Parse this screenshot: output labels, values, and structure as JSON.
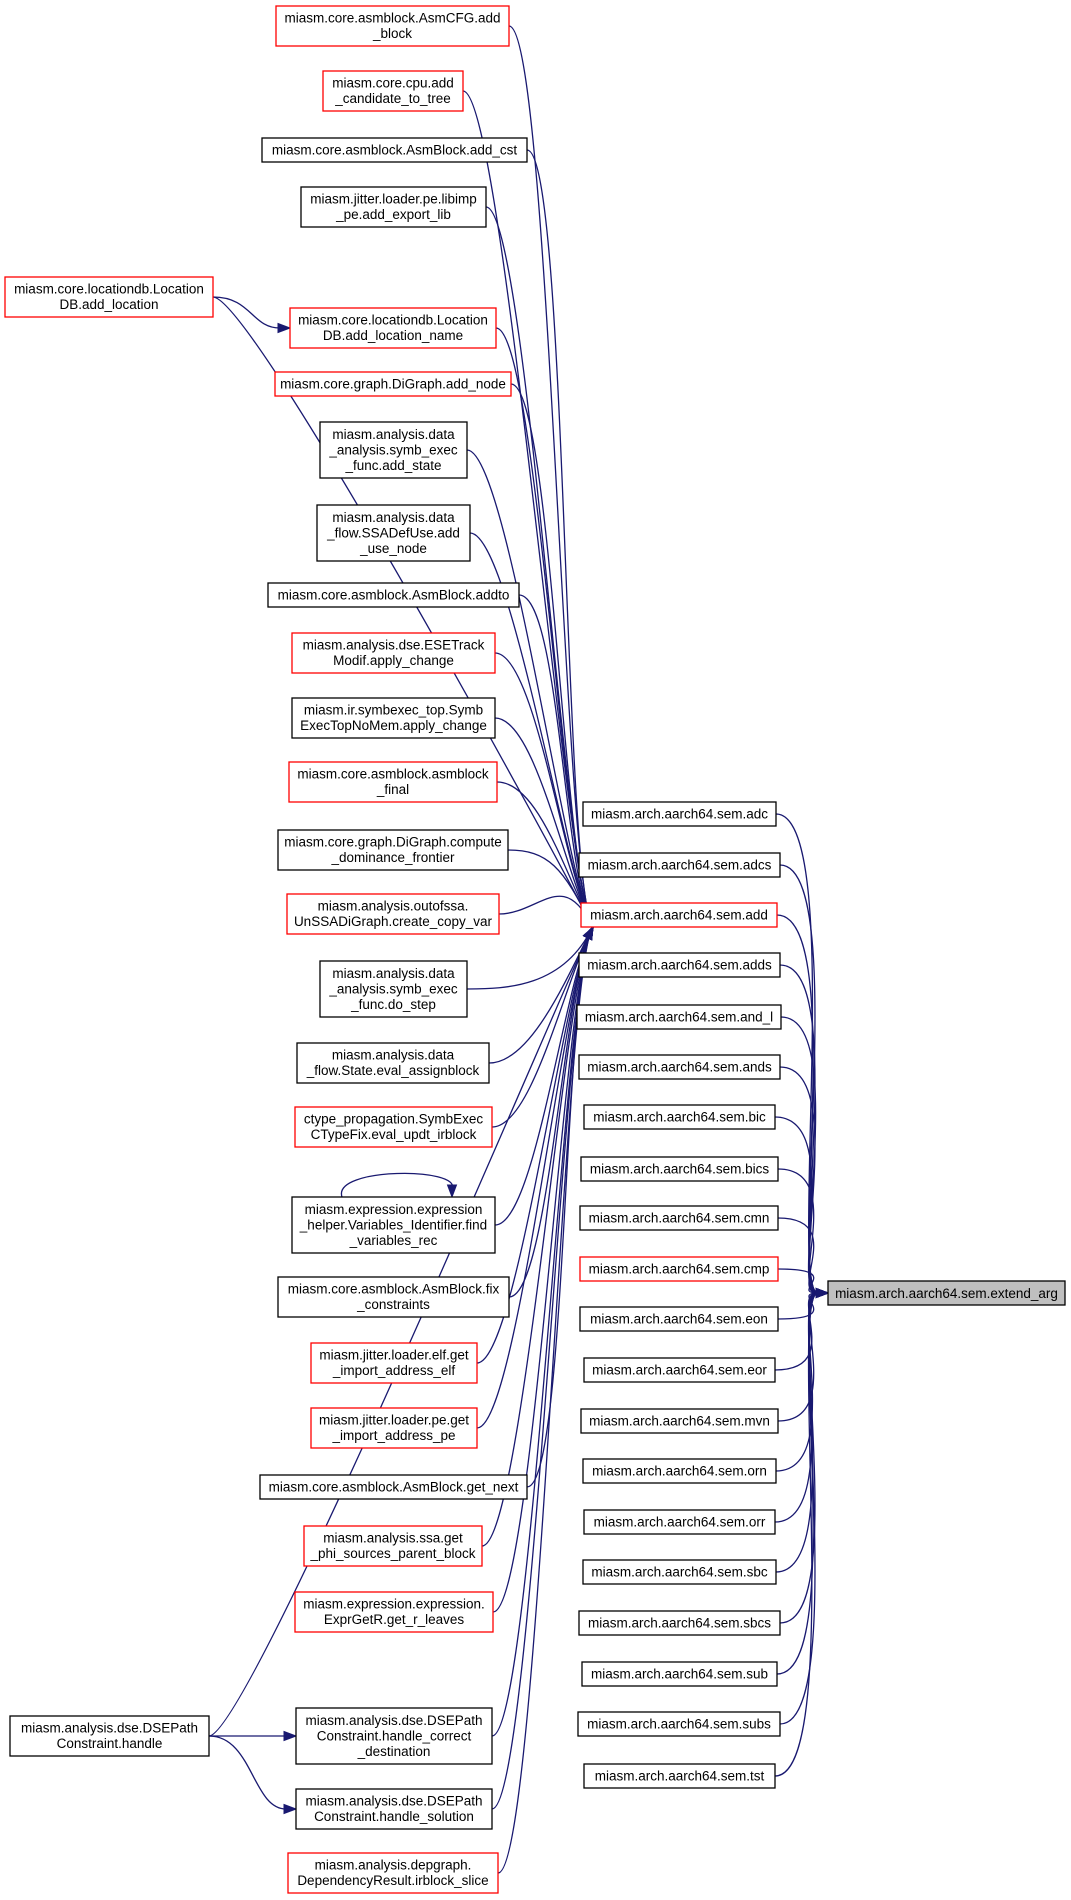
{
  "colors": {
    "edge": "#191970",
    "border_red": "#ff0000",
    "border_black": "#000000",
    "target_fill": "#bfbfbf",
    "background": "#ffffff"
  },
  "target": {
    "label": "miasm.arch.aarch64.sem.extend_arg"
  },
  "nodes": [
    {
      "id": "n_asmcfg_add_block",
      "lines": [
        "miasm.core.asmblock.AsmCFG.add",
        "_block"
      ],
      "border": "red"
    },
    {
      "id": "n_cpu_add_candidate",
      "lines": [
        "miasm.core.cpu.add",
        "_candidate_to_tree"
      ],
      "border": "red"
    },
    {
      "id": "n_asmblock_add_cst",
      "lines": [
        "miasm.core.asmblock.AsmBlock.add_cst"
      ],
      "border": "black"
    },
    {
      "id": "n_libimp_add_export",
      "lines": [
        "miasm.jitter.loader.pe.libimp",
        "_pe.add_export_lib"
      ],
      "border": "black"
    },
    {
      "id": "n_locdb_add_location",
      "lines": [
        "miasm.core.locationdb.Location",
        "DB.add_location"
      ],
      "border": "red"
    },
    {
      "id": "n_locdb_add_location_name",
      "lines": [
        "miasm.core.locationdb.Location",
        "DB.add_location_name"
      ],
      "border": "red"
    },
    {
      "id": "n_digraph_add_node",
      "lines": [
        "miasm.core.graph.DiGraph.add_node"
      ],
      "border": "red"
    },
    {
      "id": "n_symb_exec_add_state",
      "lines": [
        "miasm.analysis.data",
        "_analysis.symb_exec",
        "_func.add_state"
      ],
      "border": "black"
    },
    {
      "id": "n_ssadefuse_add_use",
      "lines": [
        "miasm.analysis.data",
        "_flow.SSADefUse.add",
        "_use_node"
      ],
      "border": "black"
    },
    {
      "id": "n_asmblock_addto",
      "lines": [
        "miasm.core.asmblock.AsmBlock.addto"
      ],
      "border": "black"
    },
    {
      "id": "n_esetrack_apply_change",
      "lines": [
        "miasm.analysis.dse.ESETrack",
        "Modif.apply_change"
      ],
      "border": "red"
    },
    {
      "id": "n_symbexec_top_apply_change",
      "lines": [
        "miasm.ir.symbexec_top.Symb",
        "ExecTopNoMem.apply_change"
      ],
      "border": "black"
    },
    {
      "id": "n_asmblock_final",
      "lines": [
        "miasm.core.asmblock.asmblock",
        "_final"
      ],
      "border": "red"
    },
    {
      "id": "n_digraph_dominance",
      "lines": [
        "miasm.core.graph.DiGraph.compute",
        "_dominance_frontier"
      ],
      "border": "black"
    },
    {
      "id": "n_outofssa_copy_var",
      "lines": [
        "miasm.analysis.outofssa.",
        "UnSSADiGraph.create_copy_var"
      ],
      "border": "red"
    },
    {
      "id": "n_symb_exec_do_step",
      "lines": [
        "miasm.analysis.data",
        "_analysis.symb_exec",
        "_func.do_step"
      ],
      "border": "black"
    },
    {
      "id": "n_state_eval_assign",
      "lines": [
        "miasm.analysis.data",
        "_flow.State.eval_assignblock"
      ],
      "border": "black"
    },
    {
      "id": "n_ctype_eval_updt",
      "lines": [
        "ctype_propagation.SymbExec",
        "CTypeFix.eval_updt_irblock"
      ],
      "border": "red"
    },
    {
      "id": "n_variables_identifier",
      "lines": [
        "miasm.expression.expression",
        "_helper.Variables_Identifier.find",
        "_variables_rec"
      ],
      "border": "black"
    },
    {
      "id": "n_asmblock_fix_constraints",
      "lines": [
        "miasm.core.asmblock.AsmBlock.fix",
        "_constraints"
      ],
      "border": "black"
    },
    {
      "id": "n_elf_get_import",
      "lines": [
        "miasm.jitter.loader.elf.get",
        "_import_address_elf"
      ],
      "border": "red"
    },
    {
      "id": "n_pe_get_import",
      "lines": [
        "miasm.jitter.loader.pe.get",
        "_import_address_pe"
      ],
      "border": "red"
    },
    {
      "id": "n_asmblock_get_next",
      "lines": [
        "miasm.core.asmblock.AsmBlock.get_next"
      ],
      "border": "black"
    },
    {
      "id": "n_ssa_get_phi",
      "lines": [
        "miasm.analysis.ssa.get",
        "_phi_sources_parent_block"
      ],
      "border": "red"
    },
    {
      "id": "n_exprgetr_leaves",
      "lines": [
        "miasm.expression.expression.",
        "ExprGetR.get_r_leaves"
      ],
      "border": "red"
    },
    {
      "id": "n_dsepath_handle",
      "lines": [
        "miasm.analysis.dse.DSEPath",
        "Constraint.handle"
      ],
      "border": "black"
    },
    {
      "id": "n_dsepath_handle_correct",
      "lines": [
        "miasm.analysis.dse.DSEPath",
        "Constraint.handle_correct",
        "_destination"
      ],
      "border": "black"
    },
    {
      "id": "n_dsepath_handle_solution",
      "lines": [
        "miasm.analysis.dse.DSEPath",
        "Constraint.handle_solution"
      ],
      "border": "black"
    },
    {
      "id": "n_depgraph_irblock_slice",
      "lines": [
        "miasm.analysis.depgraph.",
        "DependencyResult.irblock_slice"
      ],
      "border": "red"
    },
    {
      "id": "n_sem_adc",
      "lines": [
        "miasm.arch.aarch64.sem.adc"
      ],
      "border": "black"
    },
    {
      "id": "n_sem_adcs",
      "lines": [
        "miasm.arch.aarch64.sem.adcs"
      ],
      "border": "black"
    },
    {
      "id": "n_sem_add",
      "lines": [
        "miasm.arch.aarch64.sem.add"
      ],
      "border": "red"
    },
    {
      "id": "n_sem_adds",
      "lines": [
        "miasm.arch.aarch64.sem.adds"
      ],
      "border": "black"
    },
    {
      "id": "n_sem_and_l",
      "lines": [
        "miasm.arch.aarch64.sem.and_l"
      ],
      "border": "black"
    },
    {
      "id": "n_sem_ands",
      "lines": [
        "miasm.arch.aarch64.sem.ands"
      ],
      "border": "black"
    },
    {
      "id": "n_sem_bic",
      "lines": [
        "miasm.arch.aarch64.sem.bic"
      ],
      "border": "black"
    },
    {
      "id": "n_sem_bics",
      "lines": [
        "miasm.arch.aarch64.sem.bics"
      ],
      "border": "black"
    },
    {
      "id": "n_sem_cmn",
      "lines": [
        "miasm.arch.aarch64.sem.cmn"
      ],
      "border": "black"
    },
    {
      "id": "n_sem_cmp",
      "lines": [
        "miasm.arch.aarch64.sem.cmp"
      ],
      "border": "red"
    },
    {
      "id": "n_sem_eon",
      "lines": [
        "miasm.arch.aarch64.sem.eon"
      ],
      "border": "black"
    },
    {
      "id": "n_sem_eor",
      "lines": [
        "miasm.arch.aarch64.sem.eor"
      ],
      "border": "black"
    },
    {
      "id": "n_sem_mvn",
      "lines": [
        "miasm.arch.aarch64.sem.mvn"
      ],
      "border": "black"
    },
    {
      "id": "n_sem_orn",
      "lines": [
        "miasm.arch.aarch64.sem.orn"
      ],
      "border": "black"
    },
    {
      "id": "n_sem_orr",
      "lines": [
        "miasm.arch.aarch64.sem.orr"
      ],
      "border": "black"
    },
    {
      "id": "n_sem_sbc",
      "lines": [
        "miasm.arch.aarch64.sem.sbc"
      ],
      "border": "black"
    },
    {
      "id": "n_sem_sbcs",
      "lines": [
        "miasm.arch.aarch64.sem.sbcs"
      ],
      "border": "black"
    },
    {
      "id": "n_sem_sub",
      "lines": [
        "miasm.arch.aarch64.sem.sub"
      ],
      "border": "black"
    },
    {
      "id": "n_sem_subs",
      "lines": [
        "miasm.arch.aarch64.sem.subs"
      ],
      "border": "black"
    },
    {
      "id": "n_sem_tst",
      "lines": [
        "miasm.arch.aarch64.sem.tst"
      ],
      "border": "black"
    }
  ],
  "edges": [
    [
      "n_asmcfg_add_block",
      "n_sem_add"
    ],
    [
      "n_cpu_add_candidate",
      "n_sem_add"
    ],
    [
      "n_asmblock_add_cst",
      "n_sem_add"
    ],
    [
      "n_libimp_add_export",
      "n_sem_add"
    ],
    [
      "n_locdb_add_location",
      "n_sem_add"
    ],
    [
      "n_locdb_add_location",
      "n_locdb_add_location_name"
    ],
    [
      "n_locdb_add_location_name",
      "n_sem_add"
    ],
    [
      "n_digraph_add_node",
      "n_sem_add"
    ],
    [
      "n_symb_exec_add_state",
      "n_sem_add"
    ],
    [
      "n_ssadefuse_add_use",
      "n_sem_add"
    ],
    [
      "n_asmblock_addto",
      "n_sem_add"
    ],
    [
      "n_esetrack_apply_change",
      "n_sem_add"
    ],
    [
      "n_symbexec_top_apply_change",
      "n_sem_add"
    ],
    [
      "n_asmblock_final",
      "n_sem_add"
    ],
    [
      "n_digraph_dominance",
      "n_sem_add"
    ],
    [
      "n_outofssa_copy_var",
      "n_sem_add"
    ],
    [
      "n_symb_exec_do_step",
      "n_sem_add"
    ],
    [
      "n_state_eval_assign",
      "n_sem_add"
    ],
    [
      "n_ctype_eval_updt",
      "n_sem_add"
    ],
    [
      "n_variables_identifier",
      "n_sem_add"
    ],
    [
      "n_variables_identifier",
      "n_variables_identifier"
    ],
    [
      "n_asmblock_fix_constraints",
      "n_sem_add"
    ],
    [
      "n_elf_get_import",
      "n_sem_add"
    ],
    [
      "n_pe_get_import",
      "n_sem_add"
    ],
    [
      "n_asmblock_get_next",
      "n_sem_add"
    ],
    [
      "n_ssa_get_phi",
      "n_sem_add"
    ],
    [
      "n_exprgetr_leaves",
      "n_sem_add"
    ],
    [
      "n_dsepath_handle",
      "n_sem_add"
    ],
    [
      "n_dsepath_handle",
      "n_dsepath_handle_correct"
    ],
    [
      "n_dsepath_handle",
      "n_dsepath_handle_solution"
    ],
    [
      "n_dsepath_handle_correct",
      "n_sem_add"
    ],
    [
      "n_dsepath_handle_solution",
      "n_sem_add"
    ],
    [
      "n_depgraph_irblock_slice",
      "n_sem_add"
    ],
    [
      "n_sem_adc",
      "target"
    ],
    [
      "n_sem_adcs",
      "target"
    ],
    [
      "n_sem_add",
      "target"
    ],
    [
      "n_sem_adds",
      "target"
    ],
    [
      "n_sem_and_l",
      "target"
    ],
    [
      "n_sem_ands",
      "target"
    ],
    [
      "n_sem_bic",
      "target"
    ],
    [
      "n_sem_bics",
      "target"
    ],
    [
      "n_sem_cmn",
      "target"
    ],
    [
      "n_sem_cmp",
      "target"
    ],
    [
      "n_sem_eon",
      "target"
    ],
    [
      "n_sem_eor",
      "target"
    ],
    [
      "n_sem_mvn",
      "target"
    ],
    [
      "n_sem_orn",
      "target"
    ],
    [
      "n_sem_orr",
      "target"
    ],
    [
      "n_sem_sbc",
      "target"
    ],
    [
      "n_sem_sbcs",
      "target"
    ],
    [
      "n_sem_sub",
      "target"
    ],
    [
      "n_sem_subs",
      "target"
    ],
    [
      "n_sem_tst",
      "target"
    ]
  ]
}
